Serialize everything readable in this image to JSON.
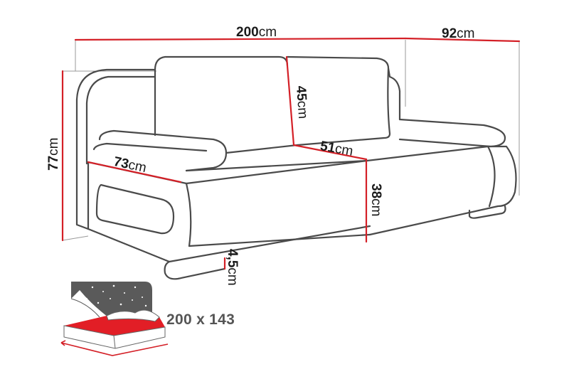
{
  "figure": {
    "title": "Sofa bed dimension diagram",
    "colors": {
      "outline": "#4a4a4a",
      "dimension_line": "#d42027",
      "guide_line": "#9a9a9a",
      "bed_sheet": "#e21e26",
      "night_sky": "#5a5a5a",
      "label_text": "#1a1a1a",
      "bed_size_text": "#555555"
    }
  },
  "dimensions": {
    "width": {
      "value": "200",
      "unit": "cm"
    },
    "depth": {
      "value": "92",
      "unit": "cm"
    },
    "height": {
      "value": "77",
      "unit": "cm"
    },
    "backrest": {
      "value": "45",
      "unit": "cm"
    },
    "seat_depth": {
      "value": "51",
      "unit": "cm"
    },
    "armrest": {
      "value": "73",
      "unit": "cm"
    },
    "seat_height": {
      "value": "38",
      "unit": "cm"
    },
    "leg_height": {
      "value": "4,5",
      "unit": "cm"
    }
  },
  "sleeping_area": {
    "icon": "bed-night-icon",
    "label": "200 x 143"
  }
}
